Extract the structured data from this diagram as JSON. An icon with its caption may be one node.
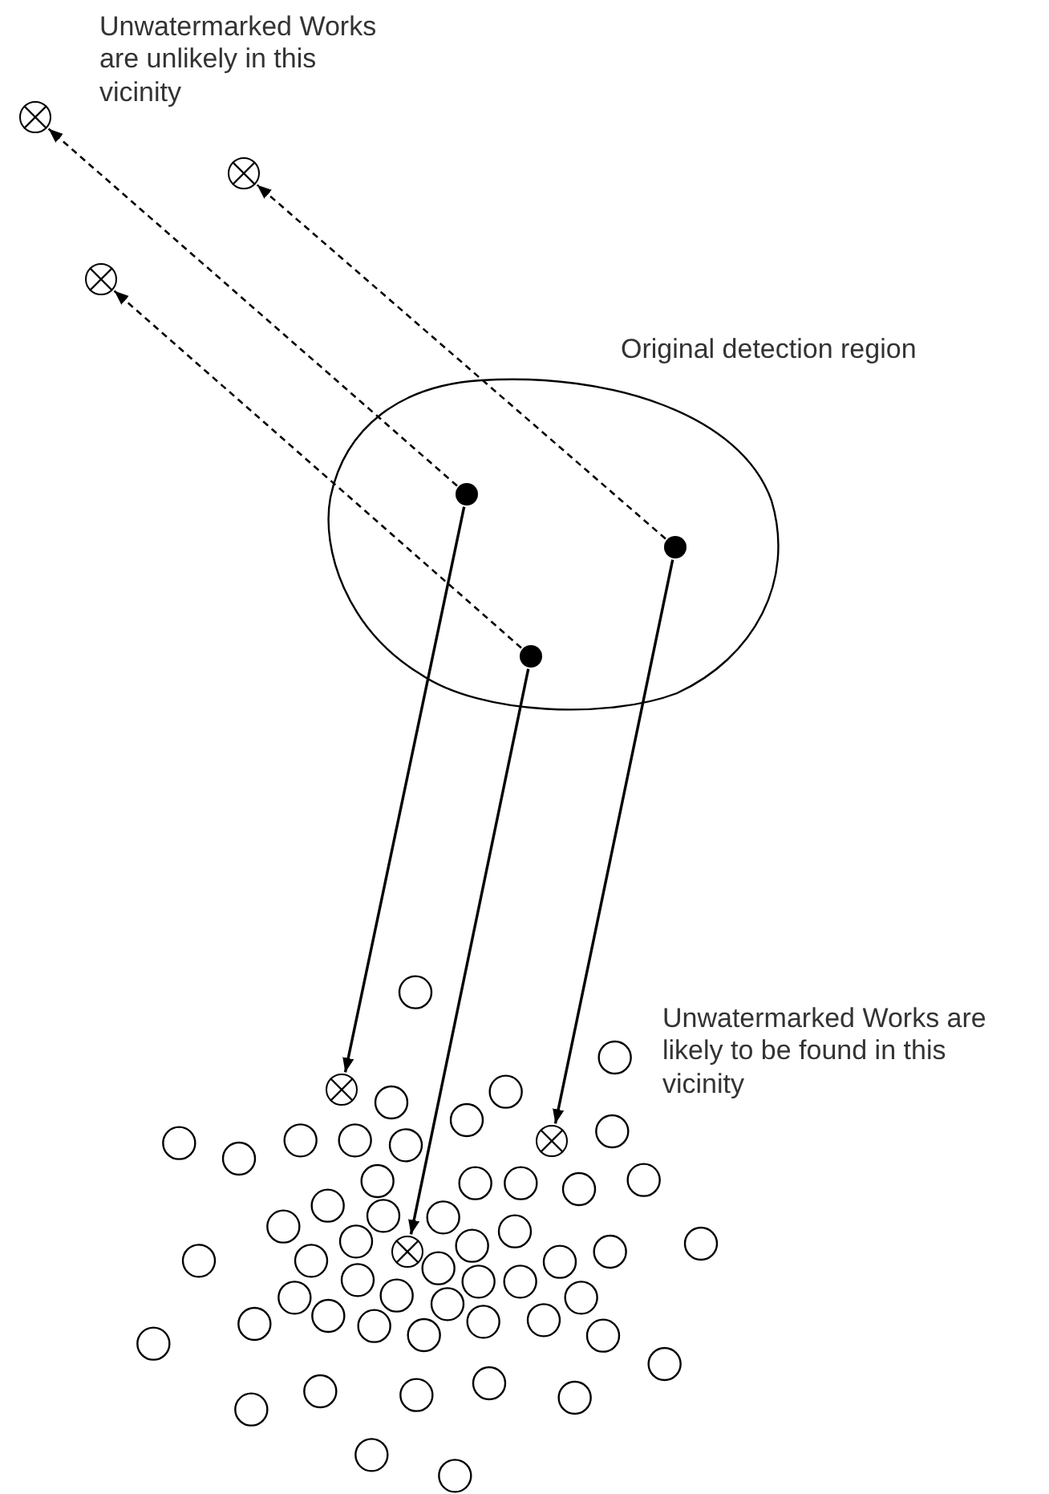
{
  "diagram": {
    "nodes": [
      {
        "text": [
          "Original detection region"
        ]
      },
      {
        "text": [],
        "shape": "circle",
        "in": 0
      },
      {
        "text": [],
        "shape": "circle",
        "in": 0
      },
      {
        "text": [],
        "shape": "circle",
        "in": 0
      },
      {
        "text": [],
        "shape": "circle"
      },
      {
        "text": [],
        "shape": "circle"
      },
      {
        "text": [],
        "shape": "circle"
      },
      {
        "text": [],
        "shape": "circle"
      },
      {
        "text": [],
        "shape": "circle"
      },
      {
        "text": [],
        "shape": "circle"
      }
    ],
    "edges": [
      {
        "from": 1,
        "to": 4,
        "arrow": "to",
        "style": "dashed"
      },
      {
        "from": 2,
        "to": 5,
        "arrow": "to",
        "style": "dashed"
      },
      {
        "from": 3,
        "to": 6,
        "arrow": "to",
        "style": "dashed"
      },
      {
        "from": 1,
        "to": 7,
        "arrow": "to"
      },
      {
        "from": 2,
        "to": 8,
        "arrow": "to"
      },
      {
        "from": 3,
        "to": 9,
        "arrow": "to"
      }
    ],
    "labels": [
      "Unwatermarked Works are unlikely in this vicinity",
      "Unwatermarked Works are likely to be found in this vicinity"
    ]
  }
}
